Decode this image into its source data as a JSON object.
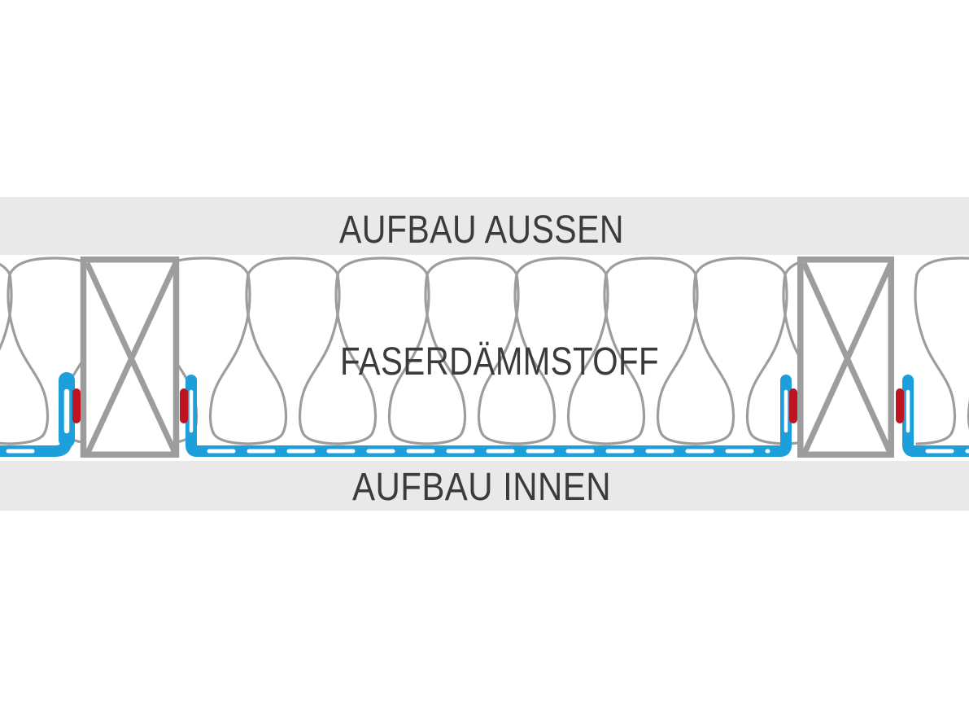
{
  "labels": {
    "outer_layer": "AUFBAU AUSSEN",
    "insulation": "FASERDÄMMSTOFF",
    "inner_layer": "AUFBAU INNEN"
  },
  "colors": {
    "background": "#FFFFFF",
    "band_gray": "#E9E9E9",
    "outline_gray": "#9D9D9D",
    "label_dark": "#3B3B3B",
    "membrane_blue": "#1C9FDB",
    "tape_red": "#BF1321"
  }
}
